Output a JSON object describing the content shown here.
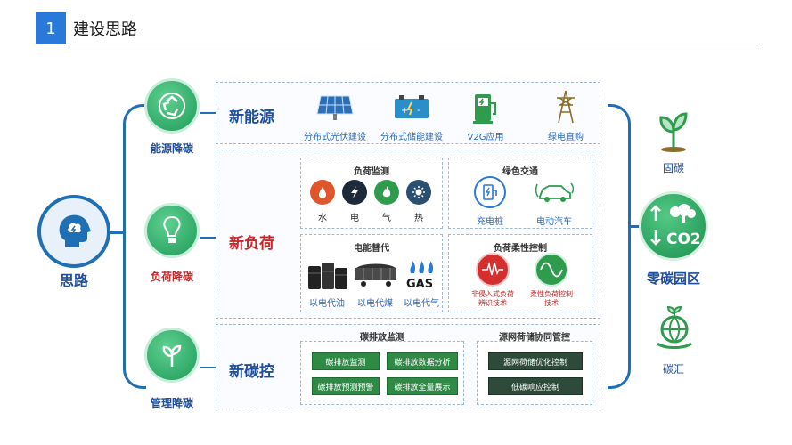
{
  "header": {
    "number": "1",
    "title": "建设思路"
  },
  "left": {
    "label": "思路"
  },
  "categories": [
    {
      "label": "能源降碳",
      "color": "#1f4f9c"
    },
    {
      "label": "负荷降碳",
      "color": "#c62828"
    },
    {
      "label": "管理降碳",
      "color": "#1f4f9c"
    }
  ],
  "sections": {
    "energy": {
      "title": "新能源",
      "title_color": "#1f4f9c",
      "items": [
        {
          "label": "分布式光伏建设",
          "icon": "solar-panel-icon"
        },
        {
          "label": "分布式储能建设",
          "icon": "battery-icon"
        },
        {
          "label": "V2G应用",
          "icon": "charging-station-icon"
        },
        {
          "label": "绿电直购",
          "icon": "power-tower-icon"
        }
      ]
    },
    "load": {
      "title": "新负荷",
      "title_color": "#c62828",
      "monitor": {
        "title": "负荷监测",
        "items": [
          {
            "label": "水",
            "color": "#e0552b",
            "icon": "water-drop-icon"
          },
          {
            "label": "电",
            "color": "#1d2a3a",
            "icon": "lightning-icon"
          },
          {
            "label": "气",
            "color": "#2e9c4c",
            "icon": "flame-icon"
          },
          {
            "label": "热",
            "color": "#2b4f6e",
            "icon": "sun-icon"
          }
        ]
      },
      "traffic": {
        "title": "绿色交通",
        "items": [
          {
            "label": "充电桩",
            "icon": "ev-charger-icon"
          },
          {
            "label": "电动汽车",
            "icon": "electric-car-icon"
          }
        ]
      },
      "substitute": {
        "title": "电能替代",
        "items": [
          {
            "label": "以电代油",
            "icon": "oil-barrels-icon"
          },
          {
            "label": "以电代煤",
            "icon": "coal-wagon-icon"
          },
          {
            "label": "以电代气",
            "icon": "gas-icon",
            "icon_text": "GAS"
          }
        ]
      },
      "flex": {
        "title": "负荷柔性控制",
        "items": [
          {
            "label": "非侵入式负荷辨识技术",
            "icon": "waveform-icon",
            "color": "#d32f2f"
          },
          {
            "label": "柔性负荷控制技术",
            "icon": "sine-wave-icon",
            "color": "#2e9c4c"
          }
        ]
      }
    },
    "control": {
      "title": "新碳控",
      "title_color": "#1f4f9c",
      "monitor": {
        "title": "碳排放监测",
        "buttons": [
          "碳排放监测",
          "碳排放数据分析",
          "碳排放预测预警",
          "碳排放全量展示"
        ]
      },
      "coord": {
        "title": "源网荷储协同管控",
        "buttons": [
          "源网荷储优化控制",
          "低碳响应控制"
        ]
      }
    }
  },
  "right": {
    "top": {
      "label": "固碳",
      "icon": "sprout-icon"
    },
    "center": {
      "label": "零碳园区",
      "icon": "co2-tree-icon",
      "icon_text": "CO2"
    },
    "bottom": {
      "label": "碳汇",
      "icon": "globe-hand-icon"
    }
  }
}
